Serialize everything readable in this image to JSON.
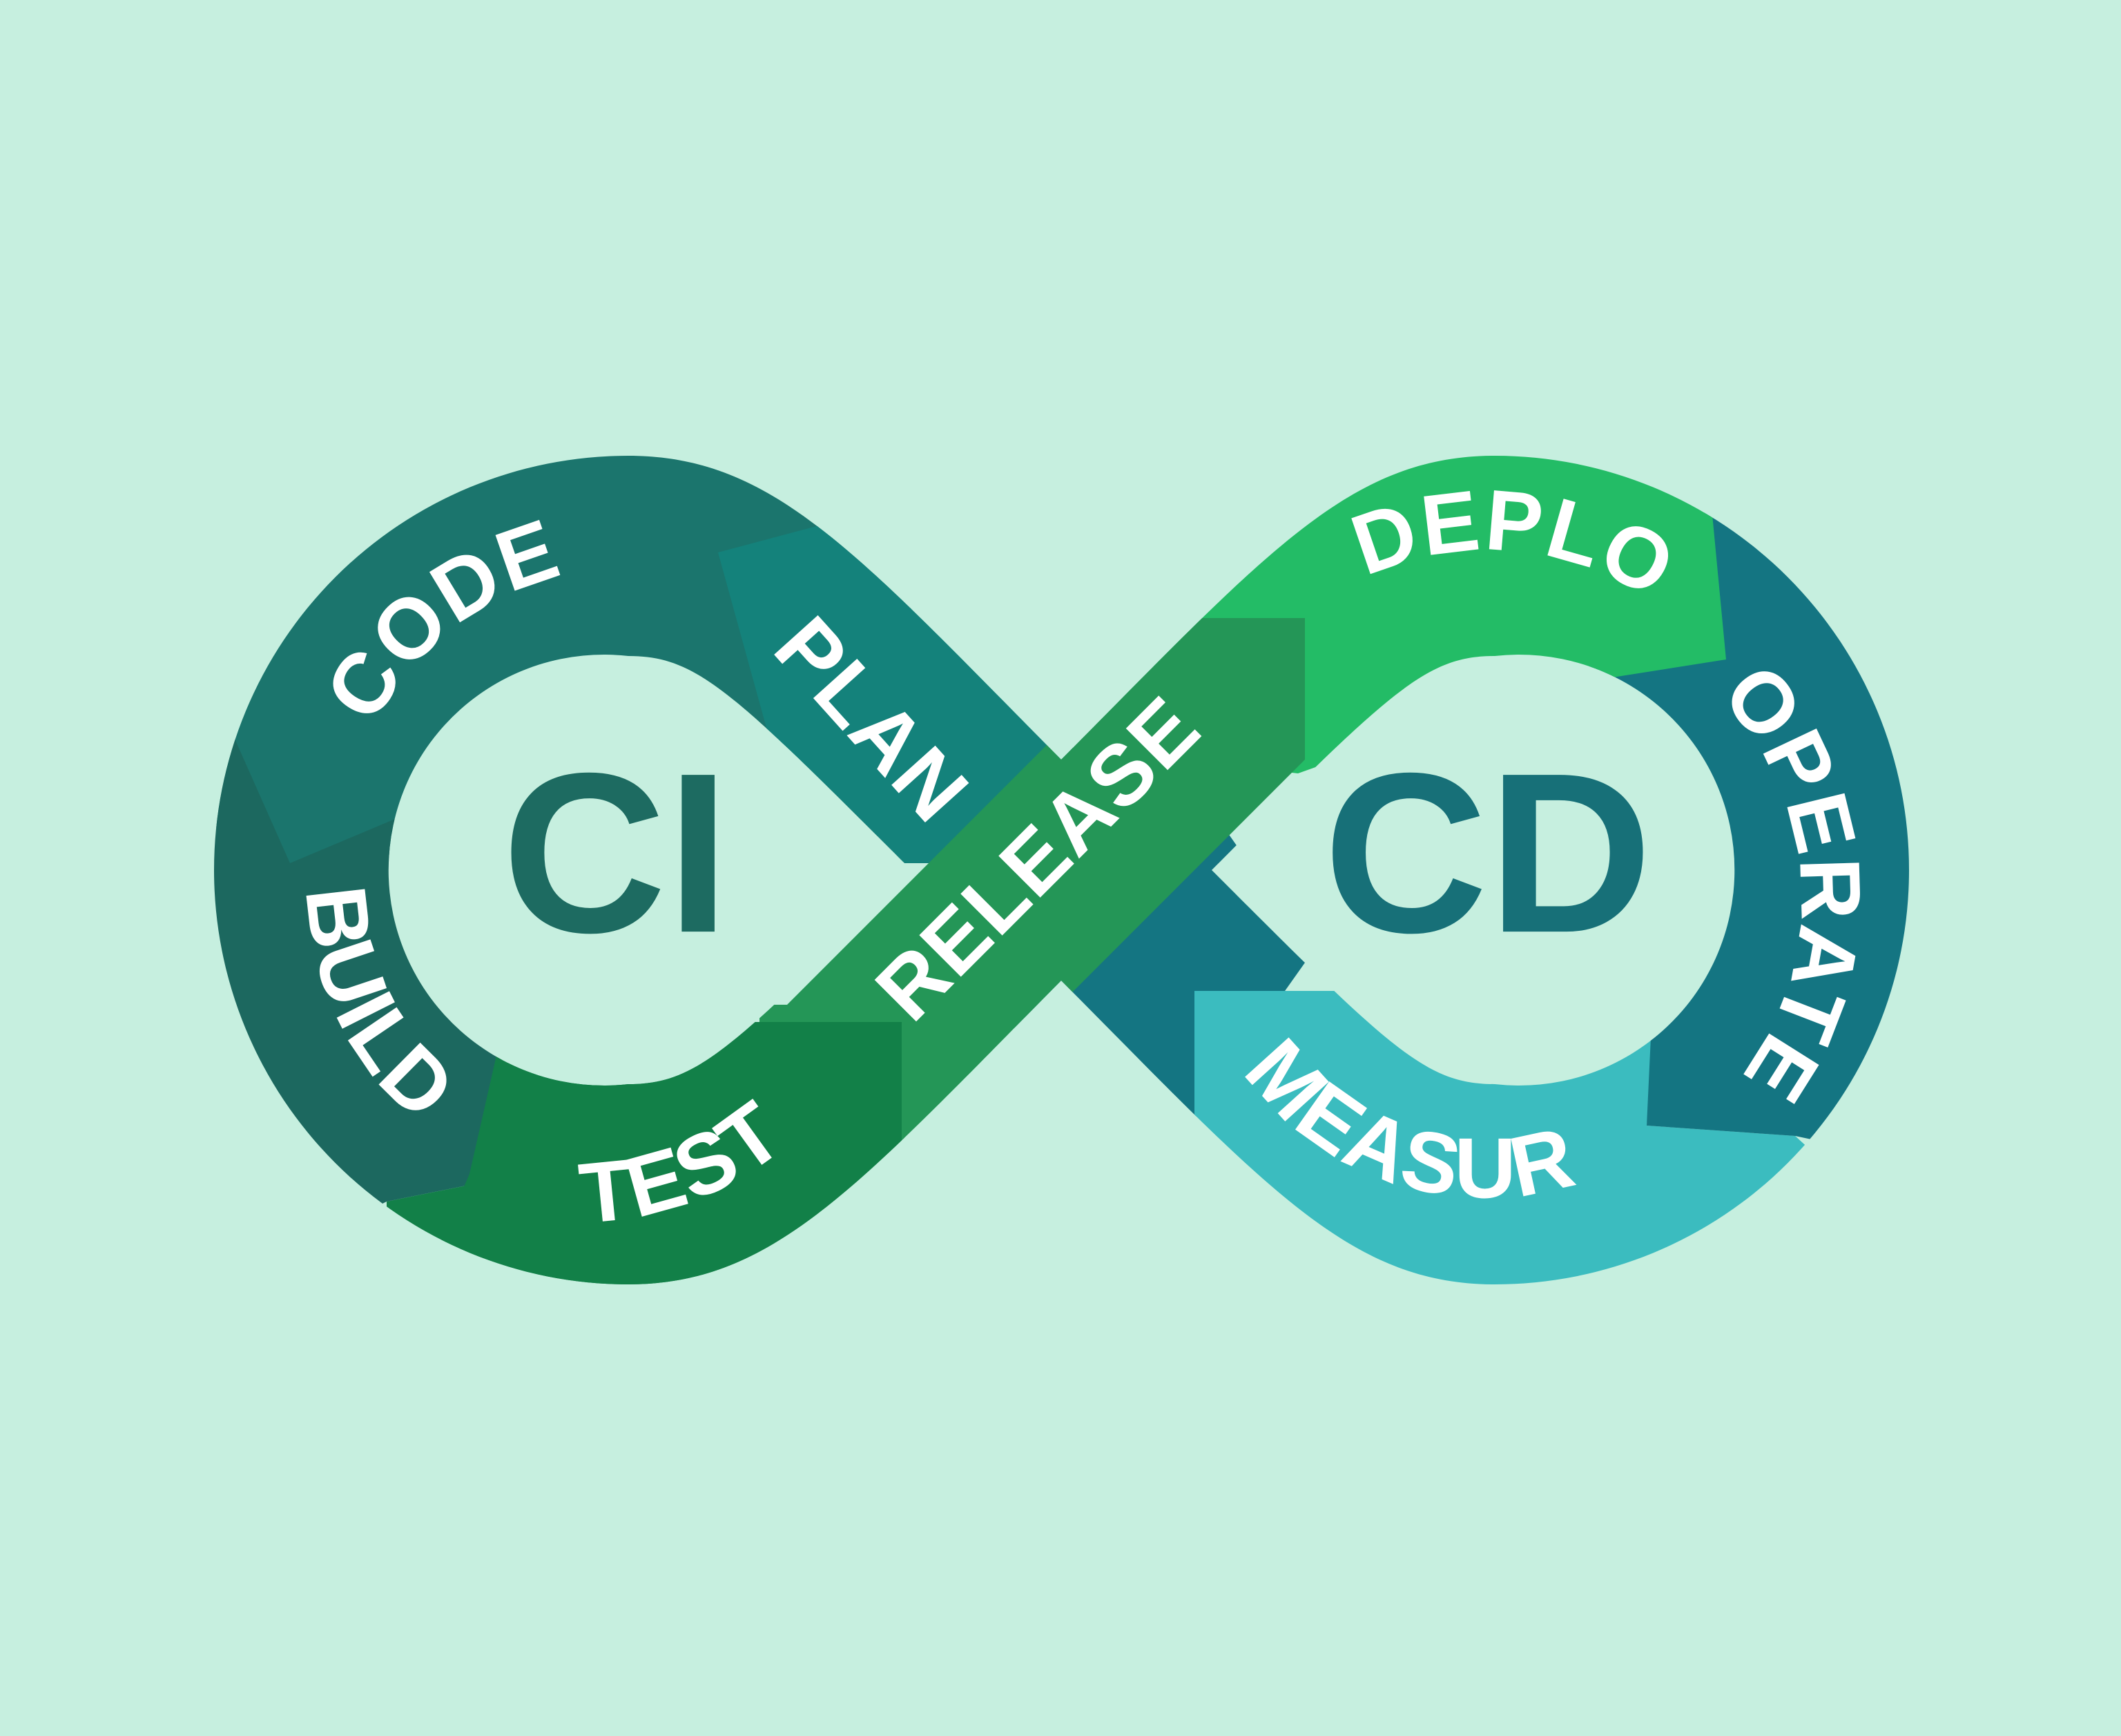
{
  "background_color": "#c6efdf",
  "hubs": {
    "ci": {
      "label": "CI",
      "color": "#1d6b61"
    },
    "cd": {
      "label": "CD",
      "color": "#177078"
    }
  },
  "stages": {
    "code": {
      "label": "CODE",
      "color": "#1b756d"
    },
    "plan": {
      "label": "PLAN",
      "color": "#14827b"
    },
    "build": {
      "label": "BUILD",
      "color": "#1c685f"
    },
    "test": {
      "label": "TEST",
      "color": "#128048"
    },
    "release": {
      "label": "RELEASE",
      "color": "#249657"
    },
    "deploy": {
      "label": "DEPLOY",
      "color": "#23bc66"
    },
    "operate": {
      "label": "OPERATE",
      "color": "#147582"
    },
    "measure": {
      "label": "MEASURE",
      "color": "#3bbcbf"
    }
  },
  "label_color": "#ffffff"
}
